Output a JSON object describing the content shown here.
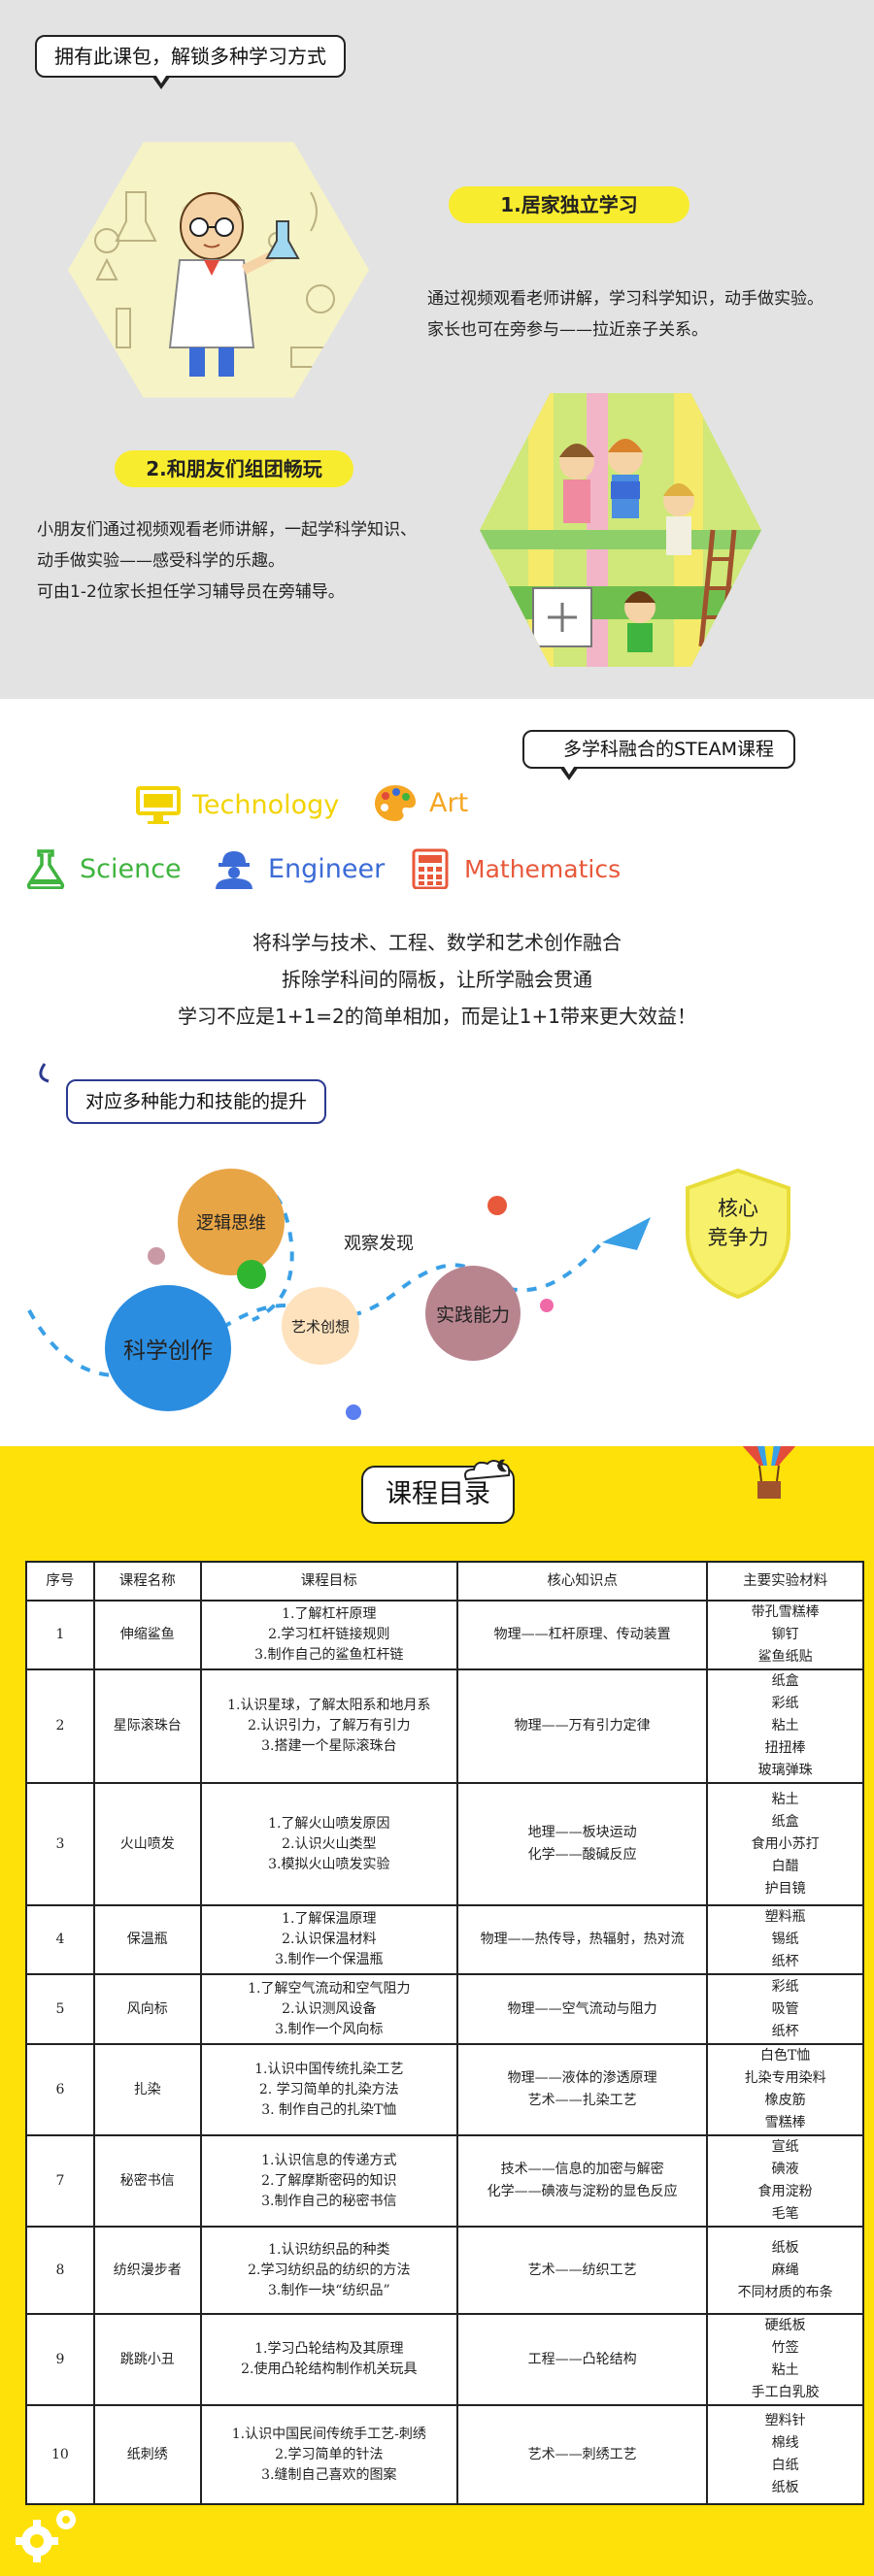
{
  "intro": {
    "header_tag": "拥有此课包，解锁多种学习方式",
    "mode1": {
      "title": "1.居家独立学习",
      "lines": [
        "通过视频观看老师讲解，学习科学知识，动手做实验。",
        "家长也可在旁参与——拉近亲子关系。"
      ]
    },
    "mode2": {
      "title": "2.和朋友们组团畅玩",
      "lines": [
        "小朋友们通过视频观看老师讲解，一起学科学知识、",
        "动手做实验——感受科学的乐趣。",
        "可由1-2位家长担任学习辅导员在旁辅导。"
      ]
    }
  },
  "steam": {
    "header_tag": "多学科融合的STEAM课程",
    "subjects": [
      {
        "name": "Technology",
        "color": "#f2d300",
        "icon": "monitor-icon"
      },
      {
        "name": "Art",
        "color": "#f5a623",
        "icon": "palette-icon"
      },
      {
        "name": "Science",
        "color": "#3fb43f",
        "icon": "flask-icon"
      },
      {
        "name": "Engineer",
        "color": "#3b6bd6",
        "icon": "worker-icon"
      },
      {
        "name": "Mathematics",
        "color": "#e8583a",
        "icon": "calculator-icon"
      }
    ],
    "lines": [
      "将科学与技术、工程、数学和艺术创作融合",
      "拆除学科间的隔板，让所学融会贯通",
      "学习不应是1+1=2的简单相加，而是让1+1带来更大效益！"
    ]
  },
  "abilities": {
    "header_tag": "对应多种能力和技能的提升",
    "bubbles": [
      "逻辑思维",
      "观察发现",
      "艺术创想",
      "实践能力",
      "科学创作"
    ],
    "core": "核心\n竞争力"
  },
  "catalog": {
    "title": "课程目录",
    "headers": [
      "序号",
      "课程名称",
      "课程目标",
      "核心知识点",
      "主要实验材料"
    ],
    "rows": [
      {
        "no": "1",
        "name": "伸缩鲨鱼",
        "goals": [
          "1.了解杠杆原理",
          "2.学习杠杆链接规则",
          "3.制作自己的鲨鱼杠杆链"
        ],
        "knowledge": [
          "物理——杠杆原理、传动装置"
        ],
        "materials": [
          "带孔雪糕棒",
          "铆钉",
          "鲨鱼纸贴"
        ]
      },
      {
        "no": "2",
        "name": "星际滚珠台",
        "goals": [
          "1.认识星球，了解太阳系和地月系",
          "2.认识引力，了解万有引力",
          "3.搭建一个星际滚珠台"
        ],
        "knowledge": [
          "物理——万有引力定律"
        ],
        "materials": [
          "纸盒",
          "彩纸",
          "粘土",
          "扭扭棒",
          "玻璃弹珠"
        ]
      },
      {
        "no": "3",
        "name": "火山喷发",
        "goals": [
          "1.了解火山喷发原因",
          "2.认识火山类型",
          "3.模拟火山喷发实验"
        ],
        "knowledge": [
          "地理——板块运动",
          "化学——酸碱反应"
        ],
        "materials": [
          "粘土",
          "纸盒",
          "食用小苏打",
          "白醋",
          "护目镜"
        ]
      },
      {
        "no": "4",
        "name": "保温瓶",
        "goals": [
          "1.了解保温原理",
          "2.认识保温材料",
          "3.制作一个保温瓶"
        ],
        "knowledge": [
          "物理——热传导，热辐射，热对流"
        ],
        "materials": [
          "塑料瓶",
          "锡纸",
          "纸杯"
        ]
      },
      {
        "no": "5",
        "name": "风向标",
        "goals": [
          "1.了解空气流动和空气阻力",
          "2.认识测风设备",
          "3.制作一个风向标"
        ],
        "knowledge": [
          "物理——空气流动与阻力"
        ],
        "materials": [
          "彩纸",
          "吸管",
          "纸杯"
        ]
      },
      {
        "no": "6",
        "name": "扎染",
        "goals": [
          "1.认识中国传统扎染工艺",
          "2. 学习简单的扎染方法",
          "3.  制作自己的扎染T恤"
        ],
        "knowledge": [
          "物理——液体的渗透原理",
          "艺术——扎染工艺"
        ],
        "materials": [
          "白色T恤",
          "扎染专用染料",
          "橡皮筋",
          "雪糕棒"
        ]
      },
      {
        "no": "7",
        "name": "秘密书信",
        "goals": [
          "1.认识信息的传递方式",
          "2.了解摩斯密码的知识",
          "3.制作自己的秘密书信"
        ],
        "knowledge": [
          "技术——信息的加密与解密",
          "化学——碘液与淀粉的显色反应"
        ],
        "materials": [
          "宣纸",
          "碘液",
          "食用淀粉",
          "毛笔"
        ]
      },
      {
        "no": "8",
        "name": "纺织漫步者",
        "goals": [
          "1.认识纺织品的种类",
          "2.学习纺织品的纺织的方法",
          "3.制作一块“纺织品”"
        ],
        "knowledge": [
          "艺术——纺织工艺"
        ],
        "materials": [
          "纸板",
          "麻绳",
          "不同材质的布条"
        ]
      },
      {
        "no": "9",
        "name": "跳跳小丑",
        "goals": [
          "1.学习凸轮结构及其原理",
          "2.使用凸轮结构制作机关玩具"
        ],
        "knowledge": [
          "工程——凸轮结构"
        ],
        "materials": [
          "硬纸板",
          "竹签",
          "粘土",
          "手工白乳胶"
        ]
      },
      {
        "no": "10",
        "name": "纸刺绣",
        "goals": [
          "1.认识中国民间传统手工艺-刺绣",
          "2.学习简单的针法",
          "3.缝制自己喜欢的图案"
        ],
        "knowledge": [
          "艺术——刺绣工艺"
        ],
        "materials": [
          "塑料针",
          "棉线",
          "白纸",
          "纸板"
        ]
      }
    ]
  },
  "colors": {
    "section1_bg": "#e3e3e3",
    "highlight_pill": "#f8ec2e",
    "catalog_bg": "#fee108",
    "bubble_blue": "#2b8de0",
    "bubble_orange": "#e8a545",
    "bubble_mauve": "#b8858f",
    "bubble_peach": "#fde2bd",
    "arrow_blue": "#3aa0e6"
  }
}
